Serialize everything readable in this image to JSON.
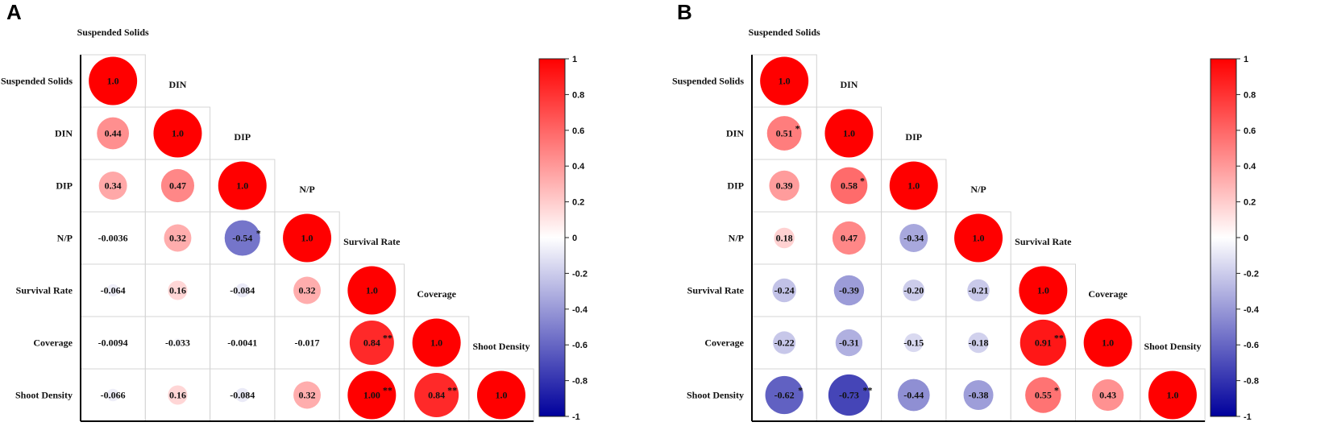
{
  "chart_data": [
    {
      "type": "heatmap",
      "panel": "A",
      "variables": [
        "Suspended Solids",
        "DIN",
        "DIP",
        "N/P",
        "Survival Rate",
        "Coverage",
        "Shoot Density"
      ],
      "matrix": [
        [
          1.0
        ],
        [
          0.44,
          1.0
        ],
        [
          0.34,
          0.47,
          1.0
        ],
        [
          -0.0036,
          0.32,
          -0.54,
          1.0
        ],
        [
          -0.064,
          0.16,
          -0.084,
          0.32,
          1.0
        ],
        [
          -0.0094,
          -0.033,
          -0.0041,
          -0.017,
          0.84,
          1.0
        ],
        [
          -0.066,
          0.16,
          -0.084,
          0.32,
          1.0,
          0.84,
          1.0
        ]
      ],
      "labels": [
        [
          "1.0"
        ],
        [
          "0.44",
          "1.0"
        ],
        [
          "0.34",
          "0.47",
          "1.0"
        ],
        [
          "-0.0036",
          "0.32",
          "-0.54",
          "1.0"
        ],
        [
          "-0.064",
          "0.16",
          "-0.084",
          "0.32",
          "1.0"
        ],
        [
          "-0.0094",
          "-0.033",
          "-0.0041",
          "-0.017",
          "0.84",
          "1.0"
        ],
        [
          "-0.066",
          "0.16",
          "-0.084",
          "0.32",
          "1.00",
          "0.84",
          "1.0"
        ]
      ],
      "significance": [
        [
          ""
        ],
        [
          "",
          ""
        ],
        [
          "",
          "",
          ""
        ],
        [
          "",
          "",
          "*",
          ""
        ],
        [
          "",
          "",
          "",
          "",
          ""
        ],
        [
          "",
          "",
          "",
          "",
          "**",
          ""
        ],
        [
          "",
          "",
          "",
          "",
          "**",
          "**",
          ""
        ]
      ],
      "colorbar": {
        "range": [
          -1,
          1
        ],
        "ticks": [
          "1",
          "0.8",
          "0.6",
          "0.4",
          "0.2",
          "0",
          "-0.2",
          "-0.4",
          "-0.6",
          "-0.8",
          "-1"
        ],
        "colors": {
          "low": "#00009c",
          "mid": "#ffffff",
          "high": "#ff0000"
        }
      }
    },
    {
      "type": "heatmap",
      "panel": "B",
      "variables": [
        "Suspended Solids",
        "DIN",
        "DIP",
        "N/P",
        "Survival Rate",
        "Coverage",
        "Shoot Density"
      ],
      "matrix": [
        [
          1.0
        ],
        [
          0.51,
          1.0
        ],
        [
          0.39,
          0.58,
          1.0
        ],
        [
          0.18,
          0.47,
          -0.34,
          1.0
        ],
        [
          -0.24,
          -0.39,
          -0.2,
          -0.21,
          1.0
        ],
        [
          -0.22,
          -0.31,
          -0.15,
          -0.18,
          0.91,
          1.0
        ],
        [
          -0.62,
          -0.73,
          -0.44,
          -0.38,
          0.55,
          0.43,
          1.0
        ]
      ],
      "labels": [
        [
          "1.0"
        ],
        [
          "0.51",
          "1.0"
        ],
        [
          "0.39",
          "0.58",
          "1.0"
        ],
        [
          "0.18",
          "0.47",
          "-0.34",
          "1.0"
        ],
        [
          "-0.24",
          "-0.39",
          "-0.20",
          "-0.21",
          "1.0"
        ],
        [
          "-0.22",
          "-0.31",
          "-0.15",
          "-0.18",
          "0.91",
          "1.0"
        ],
        [
          "-0.62",
          "-0.73",
          "-0.44",
          "-0.38",
          "0.55",
          "0.43",
          "1.0"
        ]
      ],
      "significance": [
        [
          ""
        ],
        [
          "*",
          ""
        ],
        [
          "",
          "*",
          ""
        ],
        [
          "",
          "",
          "",
          ""
        ],
        [
          "",
          "",
          "",
          "",
          ""
        ],
        [
          "",
          "",
          "",
          "",
          "**",
          ""
        ],
        [
          "*",
          "**",
          "",
          "",
          "*",
          "",
          ""
        ]
      ],
      "colorbar": {
        "range": [
          -1,
          1
        ],
        "ticks": [
          "1",
          "0.8",
          "0.6",
          "0.4",
          "0.2",
          "0",
          "-0.2",
          "-0.4",
          "-0.6",
          "-0.8",
          "-1"
        ],
        "colors": {
          "low": "#00009c",
          "mid": "#ffffff",
          "high": "#ff0000"
        }
      }
    }
  ]
}
